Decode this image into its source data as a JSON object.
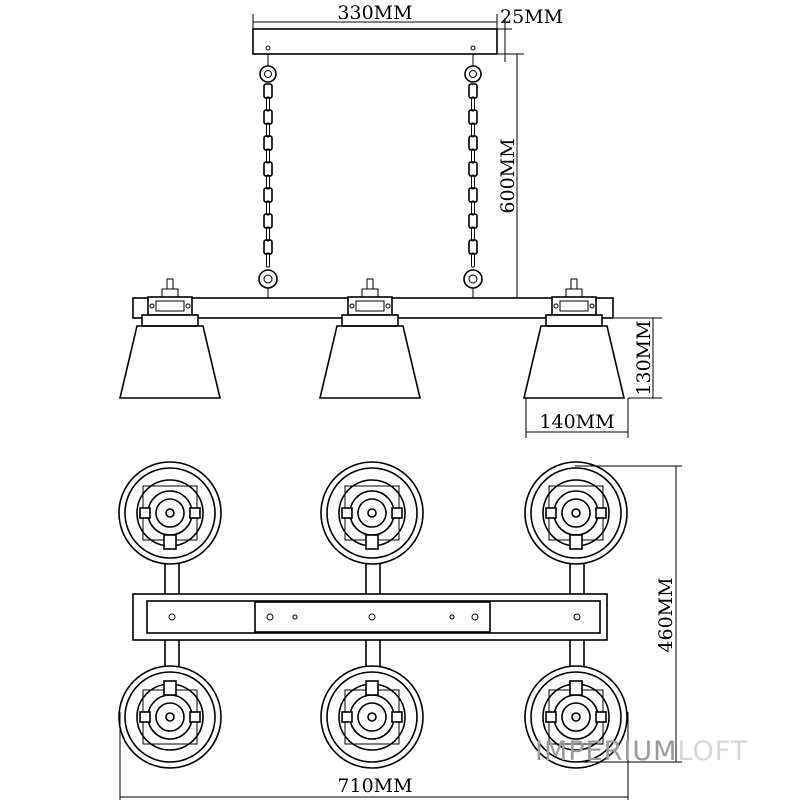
{
  "dimensions": {
    "canopy_width": "330MM",
    "canopy_height": "25MM",
    "chain_length": "600MM",
    "shade_height": "130MM",
    "shade_width": "140MM",
    "fixture_depth": "460MM",
    "fixture_length": "710MM"
  },
  "watermark": {
    "part1": "IMPERIUM",
    "part2": "LOFT",
    "color1": "#9a9a9a",
    "color2": "#d7d7d7"
  },
  "views": {
    "elevation_shades": 3,
    "plan_shades": 6
  }
}
